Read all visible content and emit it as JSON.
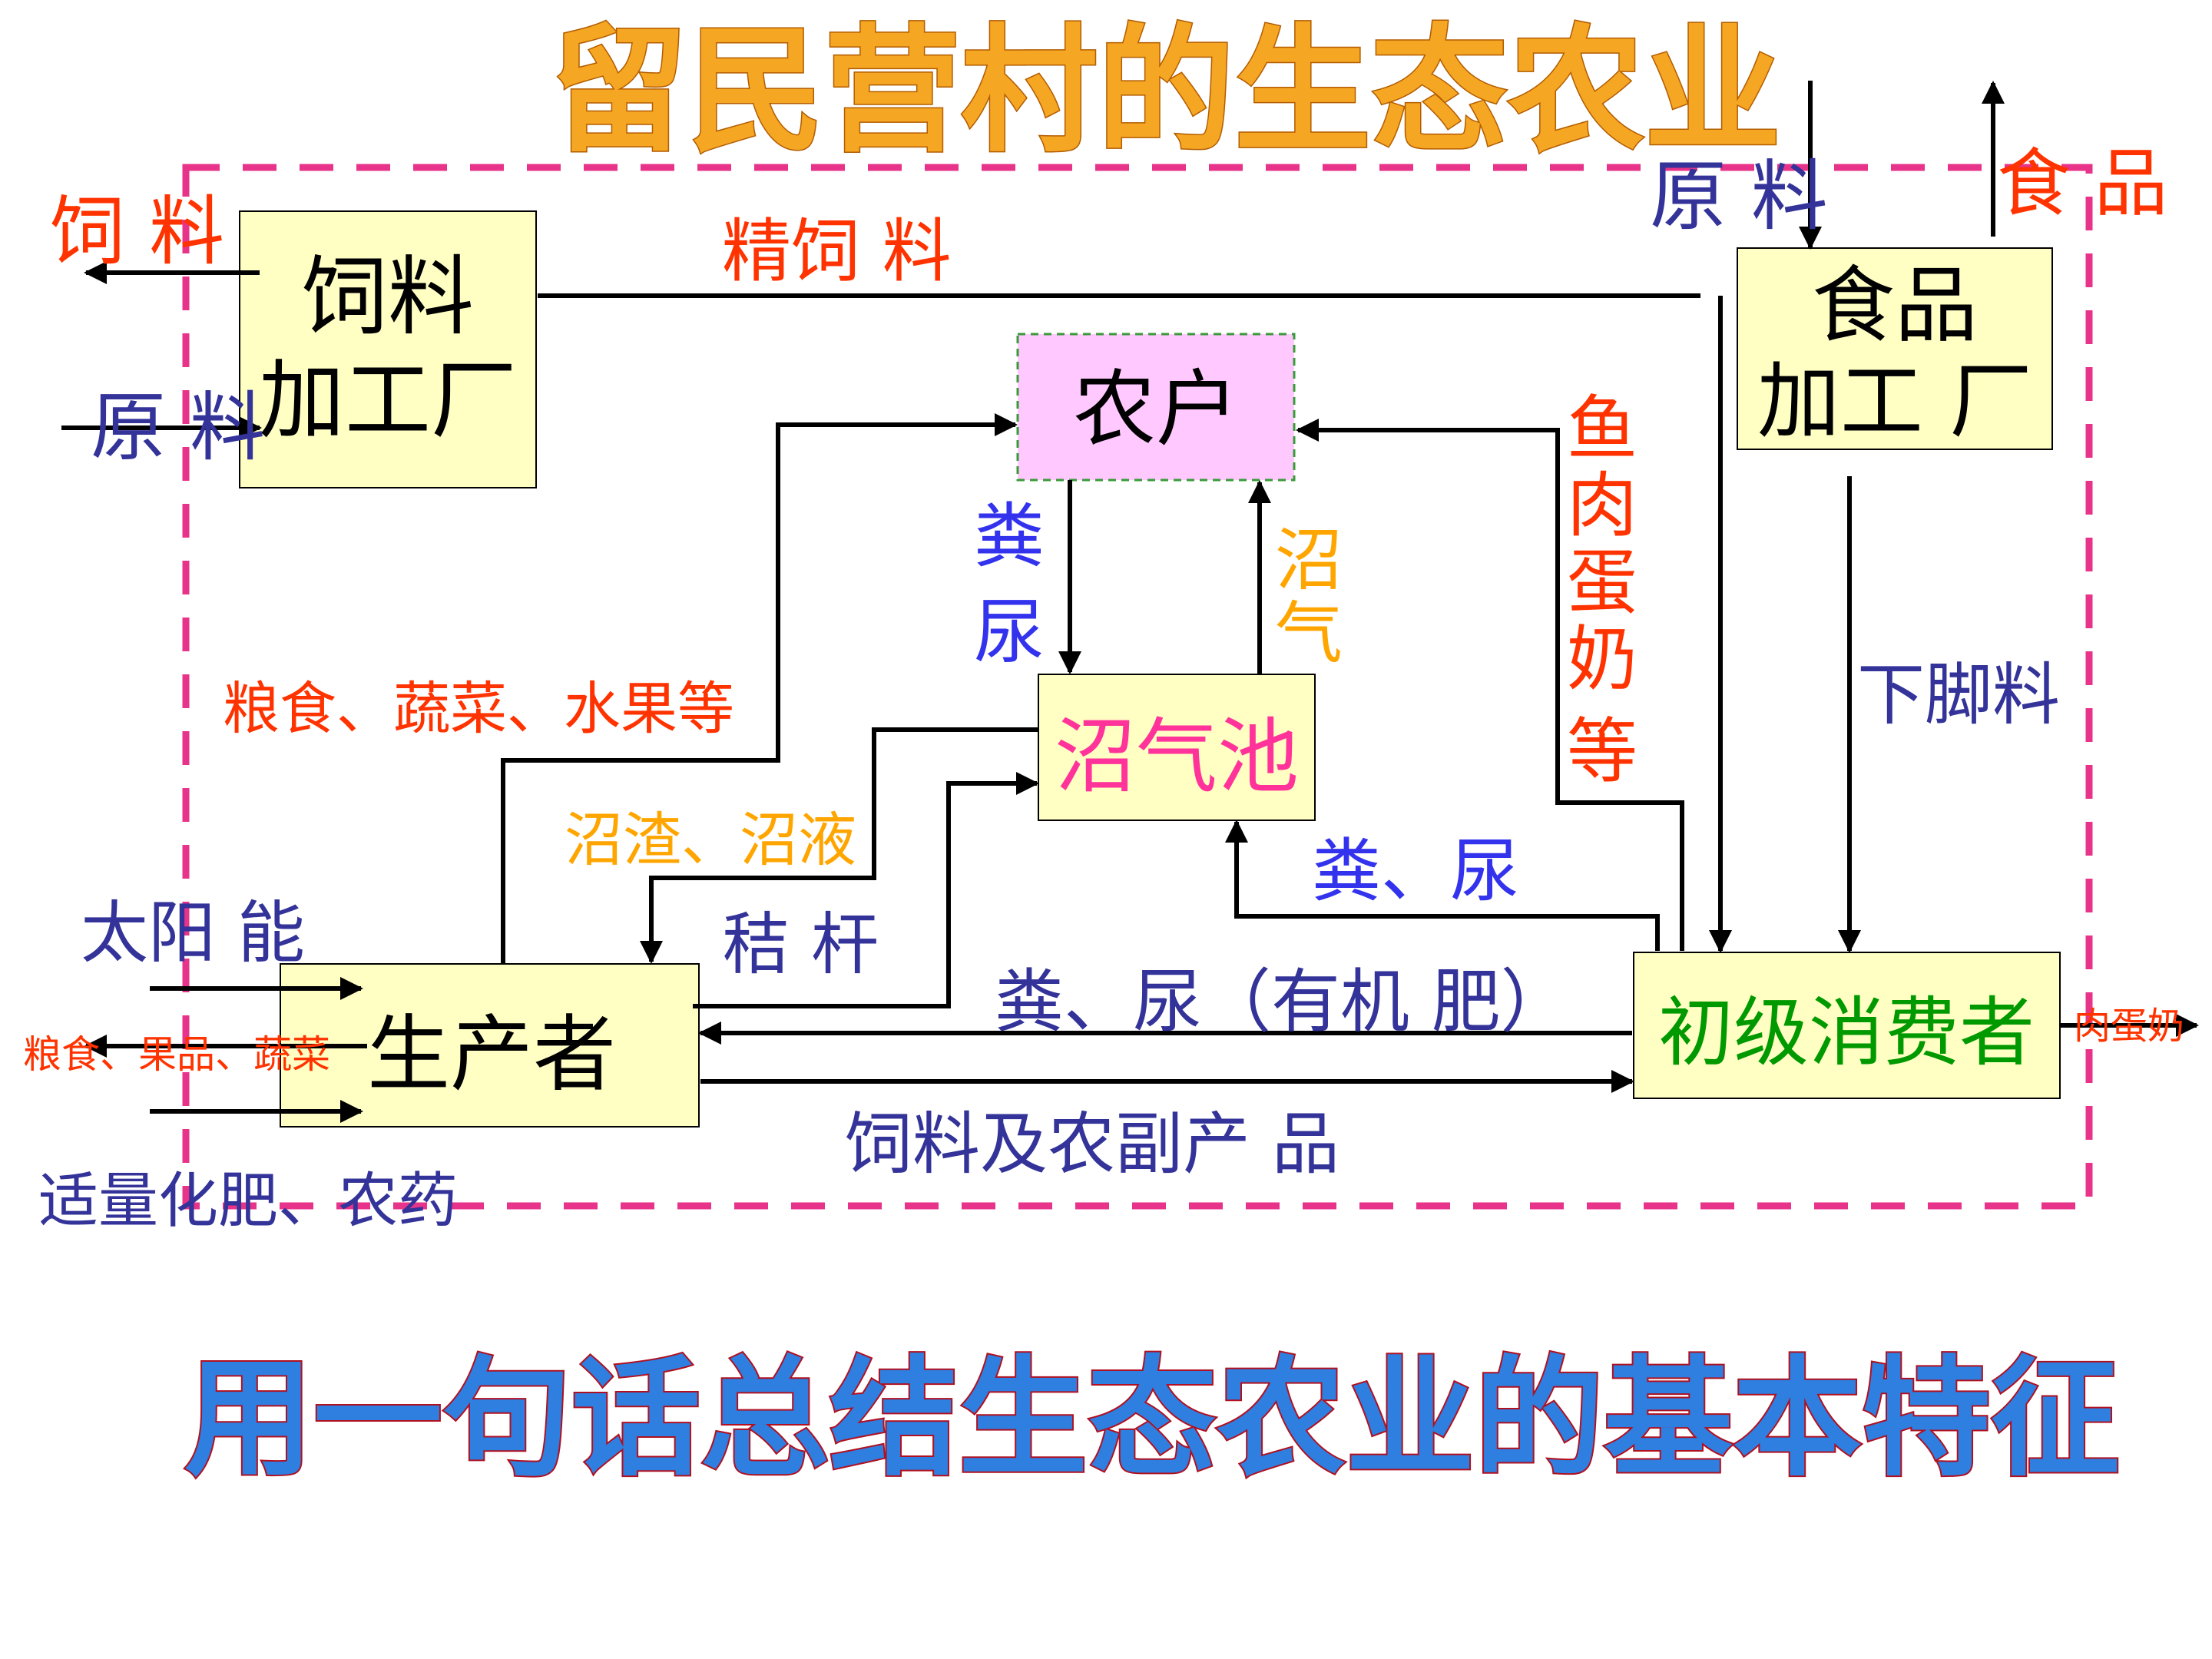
{
  "title": "留民营村的生态农业",
  "bottom_question": "用一句话总结生态农业的基本特征",
  "colors": {
    "frame": "#e8338a",
    "box_fill": "#ffffc4",
    "nonghu_fill": "#ffc8ff",
    "red": "#ff3300",
    "navy": "#333399",
    "blue": "#3333ee",
    "orange": "#ffa500",
    "pink": "#ff3399",
    "green": "#009900",
    "title_orange": "#f5a623",
    "question_blue": "#2f7fe0"
  },
  "boxes": {
    "feed_factory": [
      "饲料",
      "加工厂"
    ],
    "food_factory": [
      "食品",
      "加工 厂"
    ],
    "farmer": "农户",
    "biogas_pool": "沼气池",
    "producer": "生产者",
    "consumer": "初级消费者"
  },
  "labels": {
    "feed_out": "饲 料",
    "raw_in_left": "原 料",
    "fine_feed": "精饲 料",
    "raw_in_right": "原 料",
    "food_out": "食 品",
    "manure_top": [
      "粪",
      "尿"
    ],
    "biogas_gas": [
      "沼",
      "气"
    ],
    "fish_meat": [
      "鱼",
      "肉",
      "蛋",
      "奶",
      "等"
    ],
    "scraps": "下脚料",
    "grain_veg_fruit": "粮食、蔬菜、水果等",
    "residue": "沼渣、沼液",
    "straw": "秸 杆",
    "manure_mid": "粪、尿",
    "solar": "太阳 能",
    "producer_out": "粮食、果品、蔬菜",
    "manure_organic": "粪、尿（有机 肥）",
    "consumer_out": "肉蛋奶",
    "feed_byproduct": "饲料及农副产 品",
    "fertilizer": "适量化肥、农药"
  }
}
